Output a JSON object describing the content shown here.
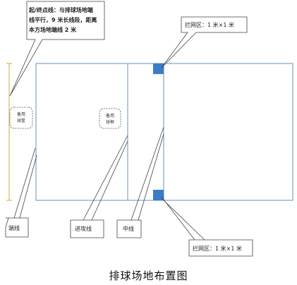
{
  "callouts": {
    "start_end_line": {
      "lines": [
        "起/终点线：与排球场地端",
        "线平行，9 米长线段，距离",
        "本方场地端线 2 米"
      ]
    },
    "block_zone_top": {
      "label": "拦网区：1 米×1 米"
    },
    "block_zone_bottom": {
      "label": "拦网区：1 米×1 米"
    },
    "end_line": {
      "label": "端线"
    },
    "attack_line": {
      "label": "进攻线"
    },
    "center_line": {
      "label": "中线"
    }
  },
  "inner_boxes": {
    "spare_ball_box": {
      "lines": [
        "备用",
        "球筐"
      ]
    },
    "spare_ball_box2": {
      "lines": [
        "备用",
        "球框"
      ]
    }
  },
  "caption": "排球场地布置图",
  "colors": {
    "court_line": "#6a8fb8",
    "block_zone": "#3d7cc9",
    "start_line": "#e0a040",
    "callout": "#444444"
  }
}
